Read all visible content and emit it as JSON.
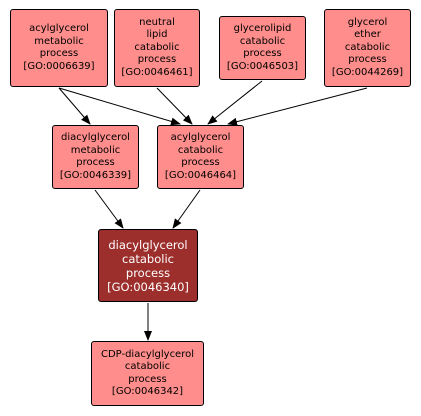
{
  "diagram": {
    "nodes": [
      {
        "id": "acylglycerol-metabolic",
        "lines": [
          "acylglycerol",
          "metabolic",
          "process"
        ],
        "go_id": "[GO:0006639]"
      },
      {
        "id": "neutral-lipid-catabolic",
        "lines": [
          "neutral",
          "lipid",
          "catabolic",
          "process"
        ],
        "go_id": "[GO:0046461]"
      },
      {
        "id": "glycerolipid-catabolic",
        "lines": [
          "glycerolipid",
          "catabolic",
          "process"
        ],
        "go_id": "[GO:0046503]"
      },
      {
        "id": "glycerol-ether-catabolic",
        "lines": [
          "glycerol",
          "ether",
          "catabolic",
          "process"
        ],
        "go_id": "[GO:0044269]"
      },
      {
        "id": "diacylglycerol-metabolic",
        "lines": [
          "diacylglycerol",
          "metabolic",
          "process"
        ],
        "go_id": "[GO:0046339]"
      },
      {
        "id": "acylglycerol-catabolic",
        "lines": [
          "acylglycerol",
          "catabolic",
          "process"
        ],
        "go_id": "[GO:0046464]"
      },
      {
        "id": "diacylglycerol-catabolic",
        "lines": [
          "diacylglycerol",
          "catabolic",
          "process"
        ],
        "go_id": "[GO:0046340]"
      },
      {
        "id": "cdp-diacylglycerol",
        "lines": [
          "CDP-diacylglycerol",
          "catabolic",
          "process"
        ],
        "go_id": "[GO:0046342]"
      }
    ],
    "edges": [
      {
        "from": "acylglycerol-metabolic",
        "to": "diacylglycerol-metabolic"
      },
      {
        "from": "acylglycerol-metabolic",
        "to": "acylglycerol-catabolic"
      },
      {
        "from": "neutral-lipid-catabolic",
        "to": "acylglycerol-catabolic"
      },
      {
        "from": "glycerolipid-catabolic",
        "to": "acylglycerol-catabolic"
      },
      {
        "from": "glycerol-ether-catabolic",
        "to": "acylglycerol-catabolic"
      },
      {
        "from": "diacylglycerol-metabolic",
        "to": "diacylglycerol-catabolic"
      },
      {
        "from": "acylglycerol-catabolic",
        "to": "diacylglycerol-catabolic"
      },
      {
        "from": "diacylglycerol-catabolic",
        "to": "cdp-diacylglycerol"
      }
    ],
    "colors": {
      "node_fill": "#fe8d8b",
      "focus_fill": "#9c2e2c",
      "focus_text": "#ffffff",
      "edge": "#000000"
    }
  }
}
